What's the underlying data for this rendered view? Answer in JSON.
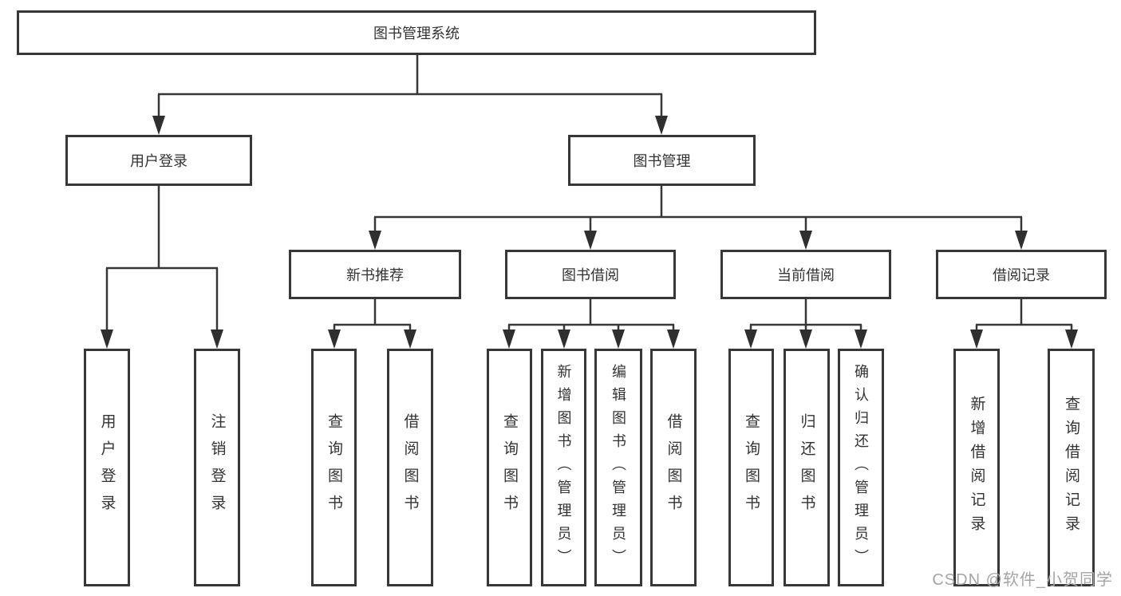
{
  "tree": {
    "label": "图书管理系统",
    "children": [
      {
        "label": "用户登录",
        "children": [
          {
            "label": "用户登录"
          },
          {
            "label": "注销登录"
          }
        ]
      },
      {
        "label": "图书管理",
        "children": [
          {
            "label": "新书推荐",
            "children": [
              {
                "label": "查询图书"
              },
              {
                "label": "借阅图书"
              }
            ]
          },
          {
            "label": "图书借阅",
            "children": [
              {
                "label": "查询图书"
              },
              {
                "label": "新增图书（管理员）"
              },
              {
                "label": "编辑图书（管理员）"
              },
              {
                "label": "借阅图书"
              }
            ]
          },
          {
            "label": "当前借阅",
            "children": [
              {
                "label": "查询图书"
              },
              {
                "label": "归还图书"
              },
              {
                "label": "确认归还（管理员）"
              }
            ]
          },
          {
            "label": "借阅记录",
            "children": [
              {
                "label": "新增借阅记录"
              },
              {
                "label": "查询借阅记录"
              }
            ]
          }
        ]
      }
    ]
  },
  "watermark": {
    "text": "CSDN @软件_小贺同学"
  },
  "colors": {
    "background": "#ffffff",
    "box_border": "#373737",
    "connector_line": "#373737",
    "arrowhead": "#2f2f2f",
    "text": "#333333",
    "watermark_text": "#a5a5a5"
  }
}
